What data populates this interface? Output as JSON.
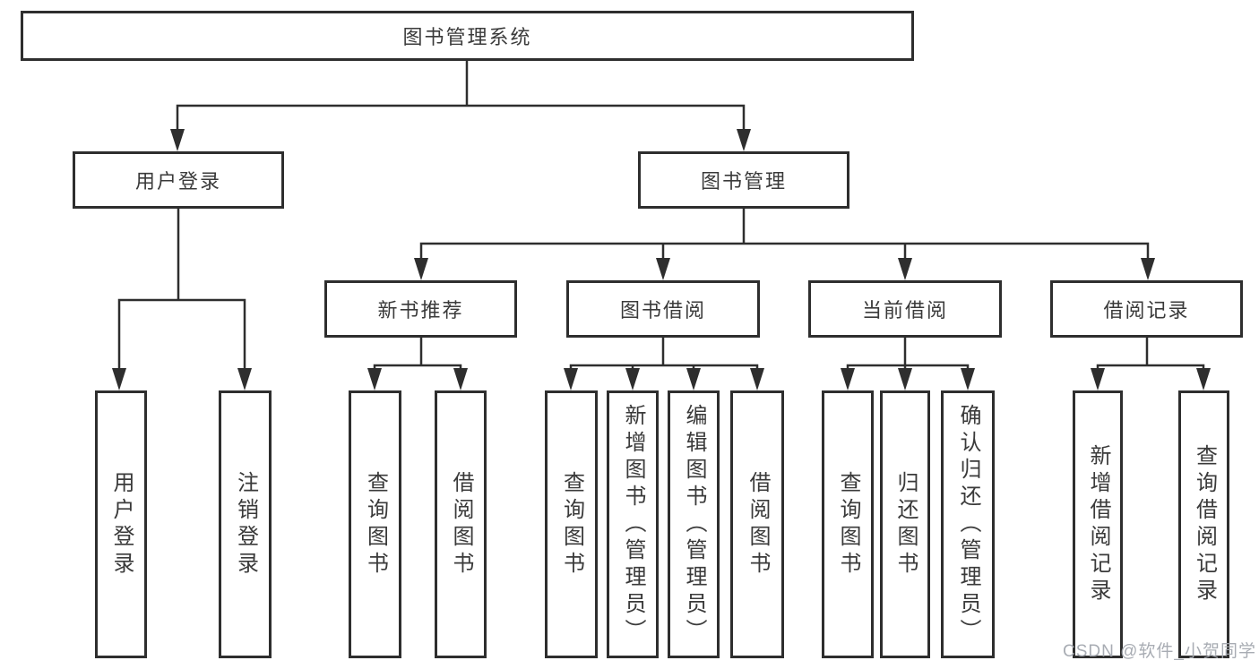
{
  "diagram": {
    "root": {
      "label": "图书管理系统"
    },
    "branches": [
      {
        "label": "用户登录",
        "children": [
          {
            "label": "用户登录"
          },
          {
            "label": "注销登录"
          }
        ]
      },
      {
        "label": "图书管理",
        "children": [
          {
            "label": "新书推荐",
            "children": [
              {
                "label": "查询图书"
              },
              {
                "label": "借阅图书"
              }
            ]
          },
          {
            "label": "图书借阅",
            "children": [
              {
                "label": "查询图书"
              },
              {
                "label": "新增图书（管理员）"
              },
              {
                "label": "编辑图书（管理员）"
              },
              {
                "label": "借阅图书"
              }
            ]
          },
          {
            "label": "当前借阅",
            "children": [
              {
                "label": "查询图书"
              },
              {
                "label": "归还图书"
              },
              {
                "label": "确认归还（管理员）"
              }
            ]
          },
          {
            "label": "借阅记录",
            "children": [
              {
                "label": "新增借阅记录"
              },
              {
                "label": "查询借阅记录"
              }
            ]
          }
        ]
      }
    ]
  },
  "watermark": "CSDN @软件_小贺同学",
  "colors": {
    "line": "#2e2e2e",
    "text": "#3a3a3a",
    "background": "#ffffff",
    "watermark": "#a3a8af"
  }
}
